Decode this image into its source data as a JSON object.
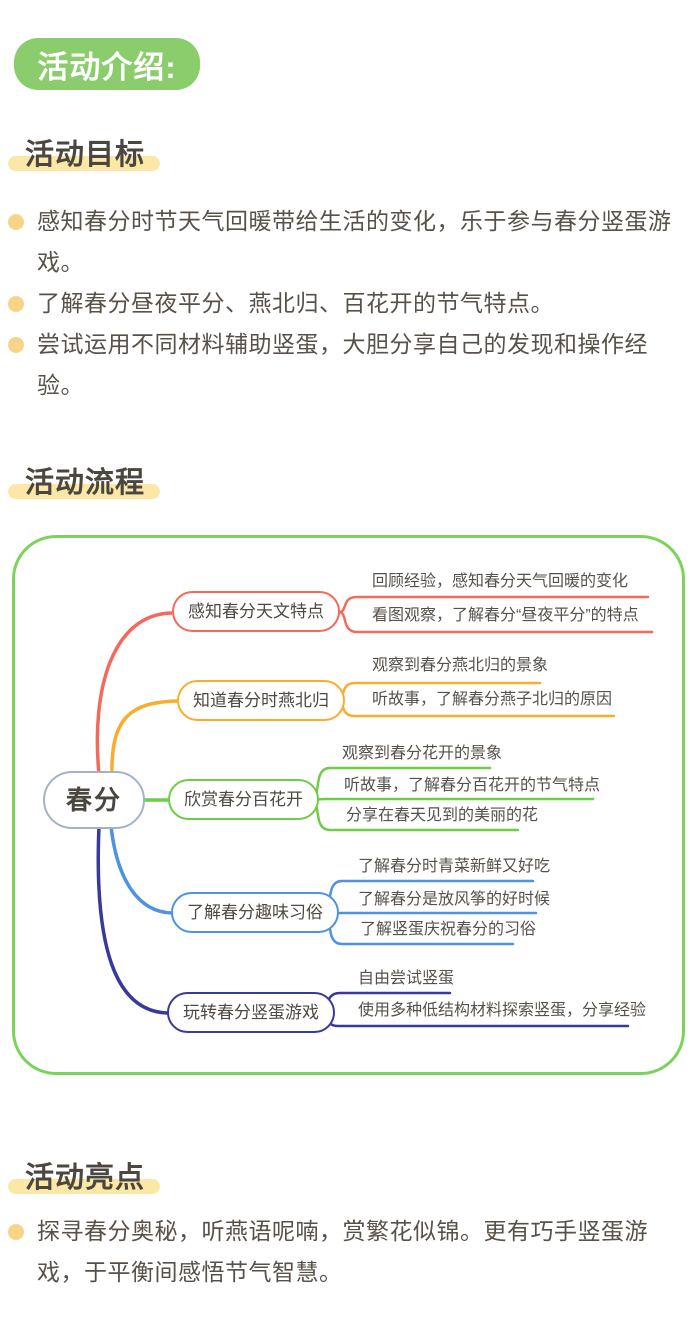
{
  "intro_badge": {
    "label": "活动介绍:",
    "color": "#8BCD6C"
  },
  "theme": {
    "highlight": "#FBE7A6",
    "bullet_dot": "#F6D489",
    "container_border": "#7CD35C",
    "root_border": "#A3B2C7"
  },
  "goals": {
    "title": "活动目标",
    "bullets": [
      "感知春分时节天气回暖带给生活的变化，乐于参与春分竖蛋游戏。",
      "了解春分昼夜平分、燕北归、百花开的节气特点。",
      "尝试运用不同材料辅助竖蛋，大胆分享自己的发现和操作经验。"
    ]
  },
  "flow": {
    "title": "活动流程"
  },
  "highlights": {
    "title": "活动亮点",
    "bullets": [
      "探寻春分奥秘，听燕语呢喃，赏繁花似锦。更有巧手竖蛋游戏，于平衡间感悟节气智慧。"
    ]
  },
  "mindmap": {
    "root": {
      "label": "春分"
    },
    "branches": [
      {
        "label": "感知春分天文特点",
        "color": "#F4695C",
        "leaves": [
          "回顾经验，感知春分天气回暖的变化",
          "看图观察，了解春分“昼夜平分”的特点"
        ]
      },
      {
        "label": "知道春分时燕北归",
        "color": "#FBAC2D",
        "leaves": [
          "观察到春分燕北归的景象",
          "听故事，了解春分燕子北归的原因"
        ]
      },
      {
        "label": "欣赏春分百花开",
        "color": "#6DCD47",
        "leaves": [
          "观察到春分花开的景象",
          "听故事，了解春分百花开的节气特点",
          "分享在春天见到的美丽的花"
        ]
      },
      {
        "label": "了解春分趣味习俗",
        "color": "#4E91E5",
        "leaves": [
          "了解春分时青菜新鲜又好吃",
          "了解春分是放风筝的好时候",
          "了解竖蛋庆祝春分的习俗"
        ]
      },
      {
        "label": "玩转春分竖蛋游戏",
        "color": "#37399C",
        "leaves": [
          "自由尝试竖蛋",
          "使用多种低结构材料探索竖蛋，分享经验"
        ]
      }
    ]
  }
}
